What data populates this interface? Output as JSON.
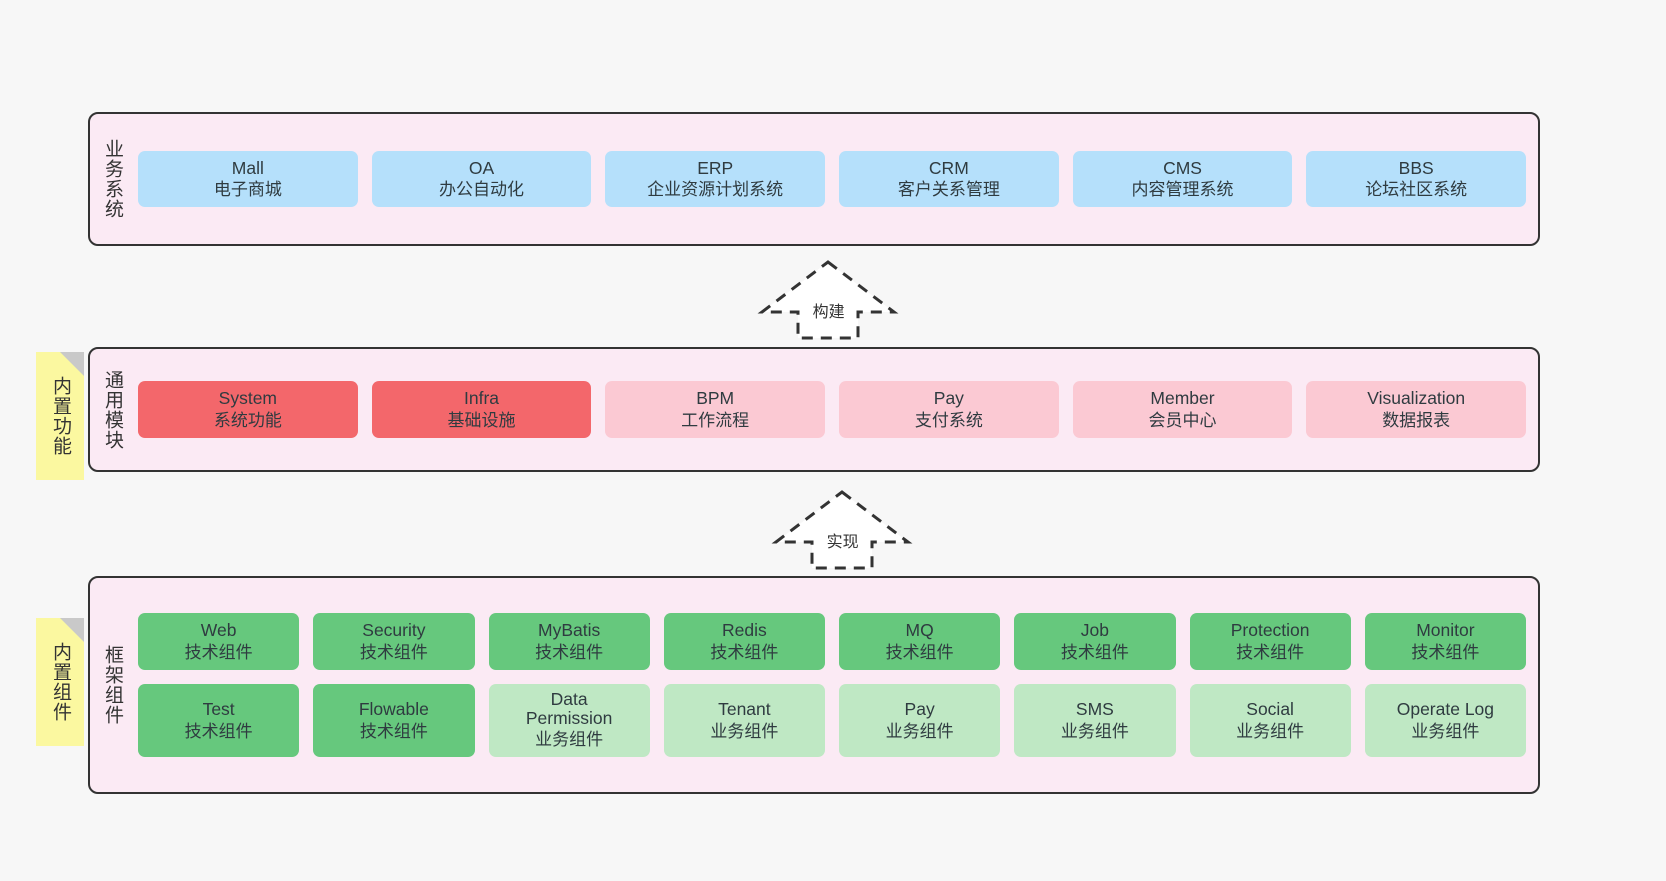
{
  "layers": [
    {
      "id": "business-systems",
      "title": "业务系统",
      "rows": [
        [
          {
            "name": "Mall",
            "sub": "电子商城"
          },
          {
            "name": "OA",
            "sub": "办公自动化"
          },
          {
            "name": "ERP",
            "sub": "企业资源计划系统"
          },
          {
            "name": "CRM",
            "sub": "客户关系管理"
          },
          {
            "name": "CMS",
            "sub": "内容管理系统"
          },
          {
            "name": "BBS",
            "sub": "论坛社区系统"
          }
        ]
      ]
    },
    {
      "id": "common-modules",
      "title": "通用模块",
      "sticky": "内置功能",
      "rows": [
        [
          {
            "name": "System",
            "sub": "系统功能"
          },
          {
            "name": "Infra",
            "sub": "基础设施"
          },
          {
            "name": "BPM",
            "sub": "工作流程"
          },
          {
            "name": "Pay",
            "sub": "支付系统"
          },
          {
            "name": "Member",
            "sub": "会员中心"
          },
          {
            "name": "Visualization",
            "sub": "数据报表"
          }
        ]
      ]
    },
    {
      "id": "framework-components",
      "title": "框架组件",
      "sticky": "内置组件",
      "rows": [
        [
          {
            "name": "Web",
            "sub": "技术组件"
          },
          {
            "name": "Security",
            "sub": "技术组件"
          },
          {
            "name": "MyBatis",
            "sub": "技术组件"
          },
          {
            "name": "Redis",
            "sub": "技术组件"
          },
          {
            "name": "MQ",
            "sub": "技术组件"
          },
          {
            "name": "Job",
            "sub": "技术组件"
          },
          {
            "name": "Protection",
            "sub": "技术组件"
          },
          {
            "name": "Monitor",
            "sub": "技术组件"
          }
        ],
        [
          {
            "name": "Test",
            "sub": "技术组件"
          },
          {
            "name": "Flowable",
            "sub": "技术组件"
          },
          {
            "name": "Data Permission",
            "sub": "业务组件"
          },
          {
            "name": "Tenant",
            "sub": "业务组件"
          },
          {
            "name": "Pay",
            "sub": "业务组件"
          },
          {
            "name": "SMS",
            "sub": "业务组件"
          },
          {
            "name": "Social",
            "sub": "业务组件"
          },
          {
            "name": "Operate Log",
            "sub": "业务组件"
          }
        ]
      ]
    }
  ],
  "connectors": [
    {
      "id": "build",
      "label": "构建"
    },
    {
      "id": "implement",
      "label": "实现"
    }
  ],
  "colors": {
    "background": "#f7f7f7",
    "layer_fill": "#fbeaf4",
    "layer_border": "#333333",
    "business": "#b5e0fb",
    "module_primary": "#f3676b",
    "module_secondary": "#fbc9d3",
    "component_tech": "#66c87d",
    "component_business": "#bfe8c4",
    "sticky": "#fbf8a0"
  }
}
